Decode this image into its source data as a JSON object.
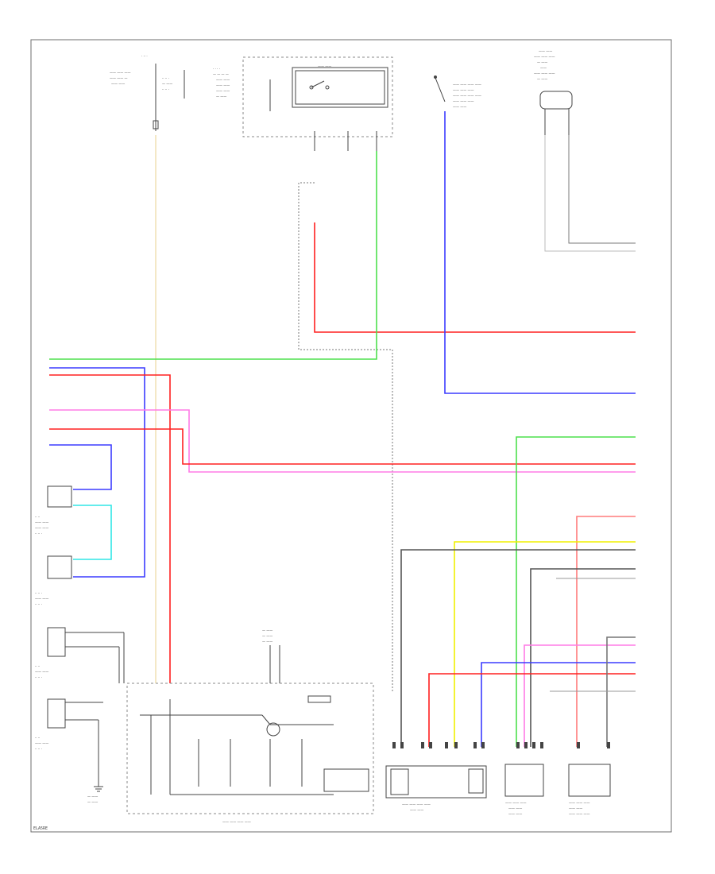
{
  "page": {
    "code": "ELA5RE"
  },
  "colors": {
    "background": "#ffffff",
    "frame": "#6e6e6e",
    "wire_red": "#ff2020",
    "wire_blue": "#3c3cff",
    "wire_green": "#4de04d",
    "wire_pink": "#ff7be6",
    "wire_yellow": "#f0f000",
    "wire_cyan": "#30e6e6",
    "wire_tan": "#e8d28c",
    "wire_gray": "#7a7a7a",
    "wire_black": "#333333"
  },
  "components": [
    {
      "id": "fuse-top",
      "icon": "fuse-icon"
    },
    {
      "id": "switch-box-top",
      "icon": "relay-switch-icon"
    },
    {
      "id": "switch-top-right",
      "icon": "switch-icon"
    },
    {
      "id": "sensor-top-right",
      "icon": "sensor-icon"
    },
    {
      "id": "switch-left-1",
      "icon": "switch-icon"
    },
    {
      "id": "switch-left-2",
      "icon": "switch-icon"
    },
    {
      "id": "switch-left-3",
      "icon": "switch-icon"
    },
    {
      "id": "switch-left-4",
      "icon": "switch-icon"
    },
    {
      "id": "ground-left",
      "icon": "ground-icon"
    },
    {
      "id": "ground-center",
      "icon": "ground-icon"
    },
    {
      "id": "combination-meter",
      "icon": "meter-icon"
    },
    {
      "id": "fuel-pump",
      "icon": "fuel-pump-icon"
    },
    {
      "id": "sensor-bottom-1",
      "icon": "sensor-icon"
    },
    {
      "id": "sensor-bottom-2",
      "icon": "sensor-icon"
    }
  ]
}
